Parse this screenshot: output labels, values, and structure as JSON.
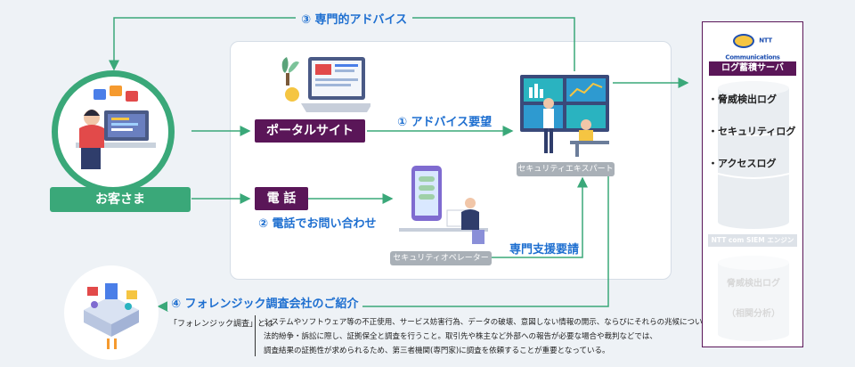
{
  "advice_label": "専門的アドバイス",
  "advice_num": "③",
  "customer_label": "お客さま",
  "portal_label": "ポータルサイト",
  "phone_label": "電 話",
  "advice_request_label": "アドバイス要望",
  "advice_request_num": "①",
  "phone_inquiry_label": "電話でお問い合わせ",
  "phone_inquiry_num": "②",
  "security_expert_label": "セキュリティエキスパート",
  "security_operator_label": "セキュリティオペレーター",
  "support_request_label": "専門支援要請",
  "forensic_label": "フォレンジック調査会社のご紹介",
  "forensic_num": "④",
  "forensic_definition_term": "「フォレンジック調査」とは",
  "forensic_definition_lines": [
    "システムやソフトウェア等の不正使用、サービス妨害行為、データの破壊、意図しない情報の開示、ならびにそれらの兆候について、",
    "法的紛争・訴訟に際し、証拠保全と調査を行うこと。取引先や株主など外部への報告が必要な場合や裁判などでは、",
    "調査結果の証拠性が求められるため、第三者機関(専門家)に調査を依頼することが重要となっている。"
  ],
  "server": {
    "logo_text": "NTT Communications",
    "title": "ログ蓄積サーバ",
    "items": [
      "・脅威検出ログ",
      "・セキュリティログ",
      "・アクセスログ"
    ],
    "siem_title": "NTT com SIEM エンジン",
    "siem_items": [
      "脅威検出ログ",
      "（相関分析）"
    ]
  },
  "colors": {
    "green": "#3aa879",
    "purple": "#5a1658",
    "blue": "#1e6fd0",
    "gray": "#a9b0b7"
  }
}
